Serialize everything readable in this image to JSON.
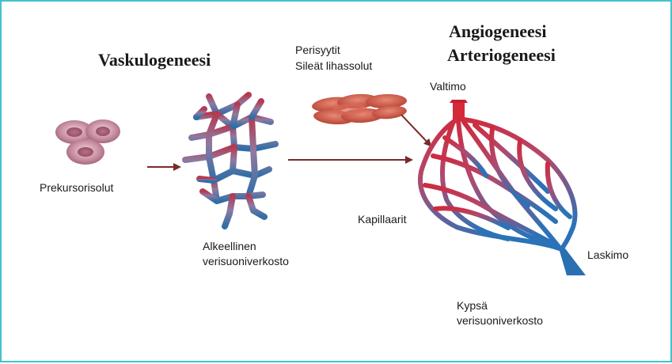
{
  "headings": {
    "vasculogenesis": "Vaskulogeneesi",
    "angiogenesis": "Angiogeneesi",
    "arteriogenesis": "Arteriogeneesi"
  },
  "labels": {
    "pericytes": "Perisyytit",
    "smooth_muscle": "Sileät lihassolut",
    "precursor_cells": "Prekursorisolut",
    "primitive_line1": "Alkeellinen",
    "primitive_line2": "verisuoniverkosto",
    "artery": "Valtimo",
    "capillaries": "Kapillaarit",
    "vein": "Laskimo",
    "mature_line1": "Kypsä",
    "mature_line2": "verisuoniverkosto"
  },
  "icons": [
    "precursor-cells-icon",
    "primitive-network-icon",
    "smooth-muscle-cells-icon",
    "mature-vessel-network-icon"
  ],
  "colors": {
    "border": "#45c1d2",
    "arrow": "#7a2a2a",
    "artery_red": "#d42a3a",
    "vein_blue": "#2b6fb3",
    "cell_pink": "#c48a9c"
  }
}
